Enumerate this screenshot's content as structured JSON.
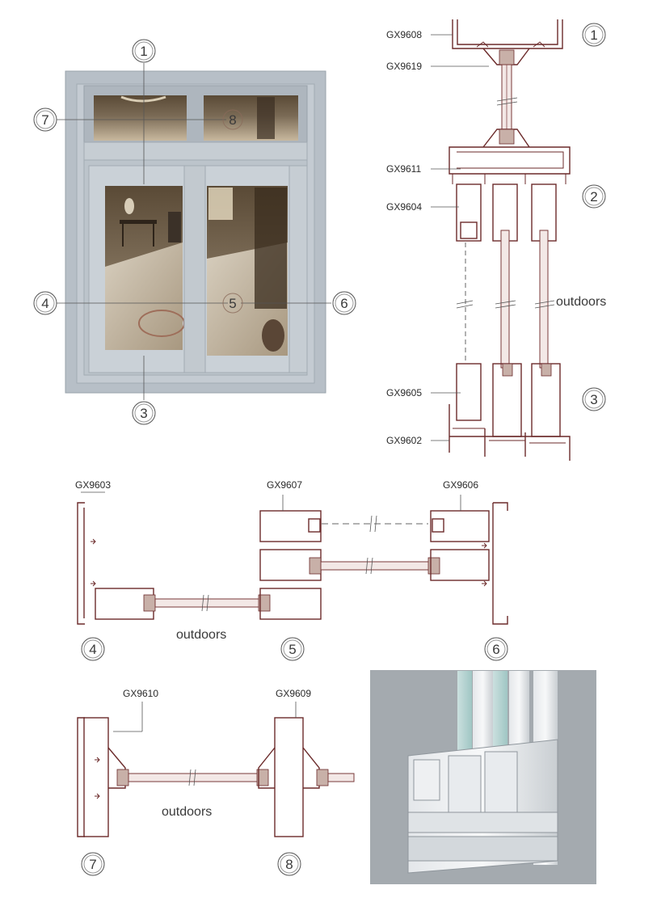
{
  "markers": {
    "m1": "1",
    "m2": "2",
    "m3": "3",
    "m4": "4",
    "m5": "5",
    "m6": "6",
    "m7": "7",
    "m8": "8"
  },
  "part_codes": {
    "gx9608": "GX9608",
    "gx9619": "GX9619",
    "gx9611": "GX9611",
    "gx9604": "GX9604",
    "gx9605": "GX9605",
    "gx9602": "GX9602",
    "gx9603": "GX9603",
    "gx9607": "GX9607",
    "gx9606": "GX9606",
    "gx9610": "GX9610",
    "gx9609": "GX9609"
  },
  "outdoors_label": "outdoors",
  "colors": {
    "profile_line": "#6b2a2a",
    "window_frame": "#b7bfc7",
    "render_bg": "#a4aaaf"
  }
}
